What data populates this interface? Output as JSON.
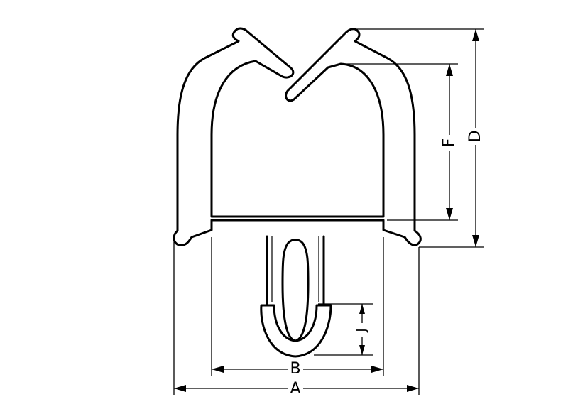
{
  "dimensions": {
    "A": "A",
    "B": "B",
    "D": "D",
    "F": "F",
    "J": "J"
  }
}
